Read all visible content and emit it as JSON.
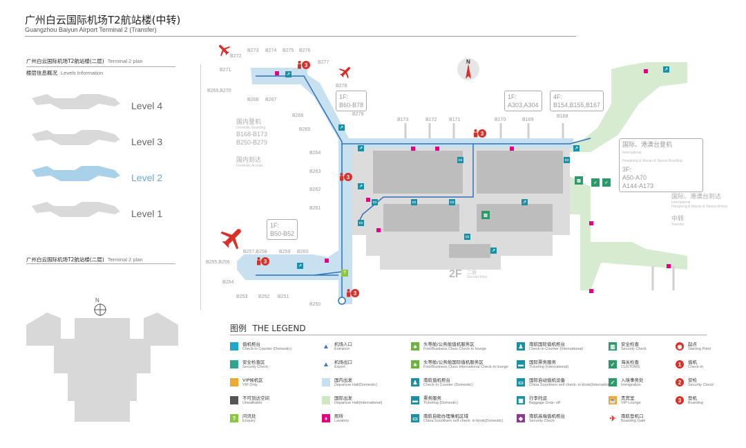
{
  "header": {
    "title_cn": "广州白云国际机场T2航站楼(中转)",
    "title_en": "Guangzhou Baiyun Airport Terminal 2 (Transfer)"
  },
  "sidebar": {
    "plan_cn": "广州白云国际机场T2航站楼(二层)",
    "plan_en": "Terminal 2 plan",
    "levels_cn": "楼层信息概况",
    "levels_en": "Levels Information",
    "levels": [
      {
        "label": "Level 4",
        "active": false
      },
      {
        "label": "Level 3",
        "active": false
      },
      {
        "label": "Level 2",
        "active": true
      },
      {
        "label": "Level 1",
        "active": false
      }
    ],
    "plan2_cn": "广州白云国际机场T2航站楼(二层)",
    "plan2_en": "Terminal 2 plan",
    "compass": "N"
  },
  "map": {
    "compass": "N",
    "floor_label": "2F",
    "floor_cn": "二层",
    "floor_en": "Second Floor",
    "gates": {
      "b272": "B272",
      "b273": "B273",
      "b274": "B274",
      "b275": "B275",
      "b276": "B276",
      "b277": "B277",
      "b271": "B271",
      "b269": "B269,B270",
      "b268": "B268",
      "b267": "B267",
      "b278": "B278",
      "b279": "B279",
      "b266": "B266",
      "b265": "B265",
      "b264": "B264",
      "b263": "B263",
      "b262": "B262",
      "b261": "B261",
      "b173": "B173",
      "b172": "B172",
      "b171": "B171",
      "b170": "B170",
      "b169": "B169",
      "b168": "B168",
      "b257": "B257,B258",
      "b259": "B259",
      "b260": "B260",
      "b255": "B255,B256",
      "b254": "B254",
      "b253": "B253",
      "b252": "B252",
      "b251": "B251",
      "b250": "B250"
    },
    "callouts": {
      "c1_l1": "1F:",
      "c1_l2": "B60-B78",
      "c2_l1": "1F:",
      "c2_l2": "A303,A304",
      "c3_l1": "4F:",
      "c3_l2": "B154,B155,B167",
      "c4_l1": "1F:",
      "c4_l2": "B50-B52",
      "c5_l1": "国际、港澳台登机",
      "c5_l2": "International",
      "c5_l3": "Hongkong & Macau & Taiwan Boarding",
      "c5_l4": "3F:",
      "c5_l5": "A50-A70",
      "c5_l6": "A144-A173"
    },
    "areas": {
      "dom_board_cn": "国内登机",
      "dom_board_en": "Domestic Boarding",
      "dom_board_r1": "B168-B173",
      "dom_board_r2": "B250-B279",
      "dom_arr_cn": "国内到达",
      "dom_arr_en": "Domestic Arrivals",
      "intl_arr_cn": "国际、港澳台到达",
      "intl_arr_en1": "International",
      "intl_arr_en2": "Hongkong & Macau & Taiwan Arrival",
      "transfer_cn": "中转",
      "transfer_en": "Transfer"
    },
    "markers": [
      "3",
      "3",
      "3",
      "3",
      "3"
    ]
  },
  "legend": {
    "title_cn": "图例",
    "title_en": "THE LEGEND",
    "items": [
      {
        "cn": "值机柜台",
        "en": "Check-in Counter (Domestic)",
        "icon": "square",
        "color": "#1ea7c8"
      },
      {
        "cn": "安全检查区",
        "en": "Security Check",
        "icon": "square",
        "color": "#2fa58e"
      },
      {
        "cn": "VIP候机区",
        "en": "VIP Only",
        "icon": "square",
        "color": "#f0a830"
      },
      {
        "cn": "不可到达空间",
        "en": "Unwalkable",
        "icon": "square",
        "color": "#555555"
      },
      {
        "cn": "问讯处",
        "en": "Enquiry",
        "icon": "question",
        "color": "#8cc63f",
        "glyph": "?"
      },
      {
        "cn": "机场入口",
        "en": "Entrance",
        "icon": "arrow-up",
        "color": "#3f77c0"
      },
      {
        "cn": "机场出口",
        "en": "Export",
        "icon": "arrow-up",
        "color": "#3f77c0"
      },
      {
        "cn": "国内出发",
        "en": "Departure Hall(Domestic)",
        "icon": "square",
        "color": "#c5e0f0"
      },
      {
        "cn": "国际出发",
        "en": "Departure Hall(International)",
        "icon": "square",
        "color": "#cde8c5"
      },
      {
        "cn": "厕所",
        "en": "Lavatory",
        "icon": "lavatory",
        "color": "#e5007f",
        "glyph": "♦"
      },
      {
        "cn": "头等舱/公务舱值机服务区",
        "en": "First/Business Class Check-in lounge",
        "icon": "green-person",
        "color": "#6db33f",
        "glyph": "♣"
      },
      {
        "cn": "头等舱/公务舱国际值机服务区",
        "en": "First/Business Class International Check-in lounge",
        "icon": "green-person",
        "color": "#6db33f",
        "glyph": "♣"
      },
      {
        "cn": "南航值机柜台",
        "en": "Check-In Counter  (Domestic)",
        "icon": "teal-person",
        "color": "#1b8fa3",
        "glyph": "♟"
      },
      {
        "cn": "票务服务",
        "en": "Ticketing  (Domestic)",
        "icon": "teal-ticket",
        "color": "#1b8fa3",
        "glyph": "▬"
      },
      {
        "cn": "南航自助办理乘机区域",
        "en": "China Sounthern self check- in kiosk(Domestic)",
        "icon": "teal-kiosk",
        "color": "#1b8fa3",
        "glyph": "▭"
      },
      {
        "cn": "南航国际值机柜台",
        "en": "Check-in Counter  (International)",
        "icon": "teal-person",
        "color": "#1b8fa3",
        "glyph": "♟"
      },
      {
        "cn": "国际票务服务",
        "en": "Ticketing  (International)",
        "icon": "teal-ticket",
        "color": "#1b8fa3",
        "glyph": "▬"
      },
      {
        "cn": "国际自动值机设备",
        "en": "China Sounthern self check- in kiosk(International)",
        "icon": "teal-kiosk",
        "color": "#1b8fa3",
        "glyph": "▭"
      },
      {
        "cn": "行李托运",
        "en": "Baggage Drop- off",
        "icon": "teal-baggage",
        "color": "#1b8fa3",
        "glyph": "▦"
      },
      {
        "cn": "南航高端值机柜台",
        "en": "Security Check",
        "icon": "purple-premium",
        "color": "#8b3a8f",
        "glyph": "◆"
      },
      {
        "cn": "安全检查",
        "en": "Security Check",
        "icon": "green-check",
        "color": "#2e9a6a",
        "glyph": "▥"
      },
      {
        "cn": "海关检查",
        "en": "CUSTOMS",
        "icon": "green-customs",
        "color": "#2e9a6a",
        "glyph": "✓"
      },
      {
        "cn": "入境事务处",
        "en": "Immigration",
        "icon": "green-immigration",
        "color": "#2e9a6a",
        "glyph": "✓"
      },
      {
        "cn": "贵宾室",
        "en": "VIP Lounge",
        "icon": "vip-lounge",
        "color": "#f0a830",
        "glyph": "☕"
      },
      {
        "cn": "南航登机口",
        "en": "Boarding Gate",
        "icon": "red-plane",
        "color": "#d9302a",
        "glyph": "✈"
      },
      {
        "cn": "起点",
        "en": "Starting Point",
        "icon": "red-circle",
        "color": "#d9302a",
        "glyph": "◉"
      },
      {
        "cn": "值机",
        "en": "Check-In",
        "icon": "red-circle",
        "color": "#d9302a",
        "glyph": "1"
      },
      {
        "cn": "安检",
        "en": "Security Check",
        "icon": "red-circle",
        "color": "#d9302a",
        "glyph": "2"
      },
      {
        "cn": "登机",
        "en": "Boarding",
        "icon": "red-circle",
        "color": "#d9302a",
        "glyph": "3"
      }
    ]
  }
}
